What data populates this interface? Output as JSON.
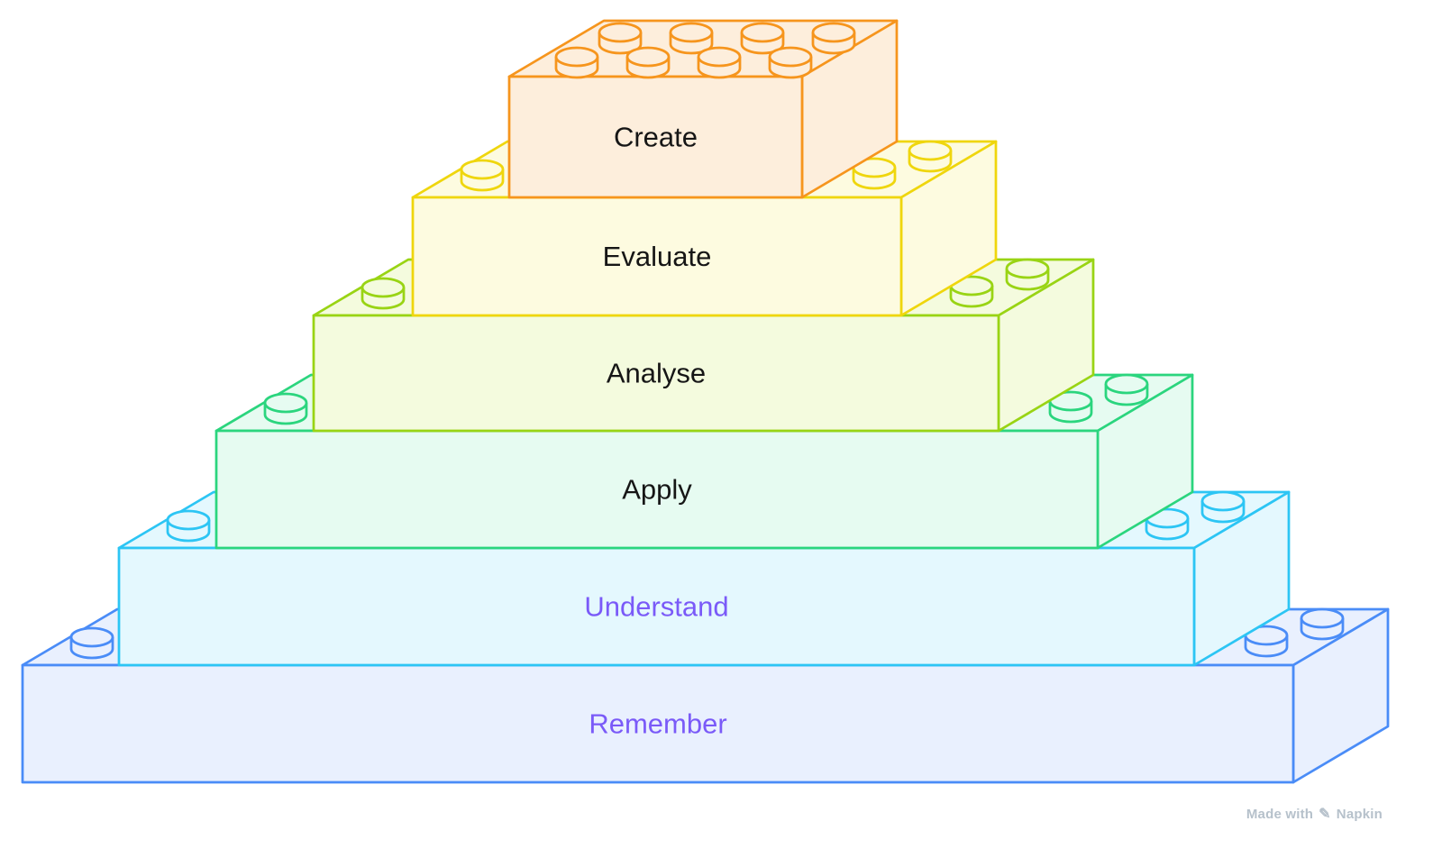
{
  "diagram": {
    "type": "lego-brick-pyramid",
    "title": "",
    "levels": [
      {
        "label": "Remember",
        "fill": "#E9F0FE",
        "stroke": "#4A8CF7",
        "text_color": "#7A5AF8"
      },
      {
        "label": "Understand",
        "fill": "#E4F8FE",
        "stroke": "#2CC5F4",
        "text_color": "#7A5AF8"
      },
      {
        "label": "Apply",
        "fill": "#E6FBF1",
        "stroke": "#2BD57E",
        "text_color": "#161616"
      },
      {
        "label": "Analyse",
        "fill": "#F4FBDE",
        "stroke": "#99D414",
        "text_color": "#161616"
      },
      {
        "label": "Evaluate",
        "fill": "#FDFBE0",
        "stroke": "#EFD60D",
        "text_color": "#161616"
      },
      {
        "label": "Create",
        "fill": "#FDEEDC",
        "stroke": "#F6951D",
        "text_color": "#161616"
      }
    ]
  },
  "watermark": {
    "prefix": "Made with",
    "brand": "Napkin",
    "icon": "pen-icon",
    "color": "#B6C1CB"
  }
}
